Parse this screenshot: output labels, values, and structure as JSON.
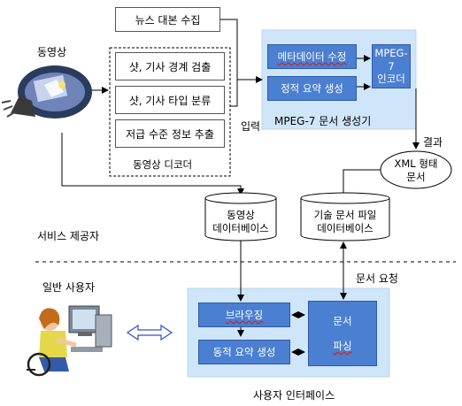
{
  "labels": {
    "video": "동영상",
    "news_script": "뉴스 대본 수집",
    "shot_boundary": "샷, 기사 경계 검출",
    "shot_type": "샷, 기사 타입 분류",
    "low_level": "저급 수준 정보 추출",
    "decoder": "동영상 디코더",
    "input": "입력",
    "metadata_edit": "메타데이터 수정",
    "static_summary": "정적 요약 생성",
    "mpeg7_encoder_line1": "MPEG-7",
    "mpeg7_encoder_line2": "인코더",
    "mpeg7_generator": "MPEG-7 문서 생성기",
    "result": "결과",
    "xml_line1": "XML 형태",
    "xml_line2": "문서",
    "video_db_line1": "동영상",
    "video_db_line2": "데이터베이스",
    "tech_db_line1": "기술 문서 파일",
    "tech_db_line2": "데이터베이스",
    "service_provider": "서비스 제공자",
    "general_user": "일반 사용자",
    "doc_request": "문서 요청",
    "browsing": "브라우징",
    "dynamic_summary": "동적 요약 생성",
    "doc_line1": "문서",
    "doc_line2": "파싱",
    "user_interface": "사용자 인터페이스"
  }
}
